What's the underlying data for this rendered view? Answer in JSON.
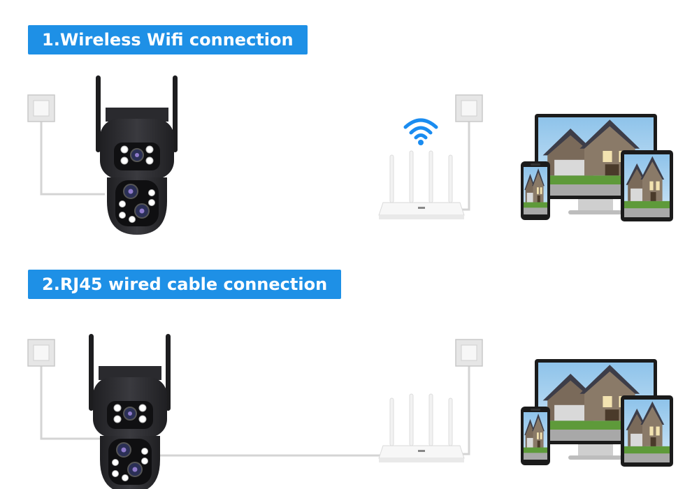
{
  "sections": [
    {
      "title": "1.Wireless Wifi connection",
      "mode": "wireless"
    },
    {
      "title": "2.RJ45 wired cable connection",
      "mode": "wired"
    }
  ],
  "icons": [
    "power-outlet-icon",
    "security-camera-icon",
    "wifi-signal-icon",
    "router-icon",
    "monitor-icon",
    "tablet-icon",
    "phone-icon"
  ],
  "colors": {
    "banner": "#1e90e6",
    "banner_text": "#ffffff",
    "cable": "#d4d4d4",
    "camera_body": "#2a2a2e",
    "wifi": "#1a8cf0",
    "router": "#f4f4f4"
  }
}
